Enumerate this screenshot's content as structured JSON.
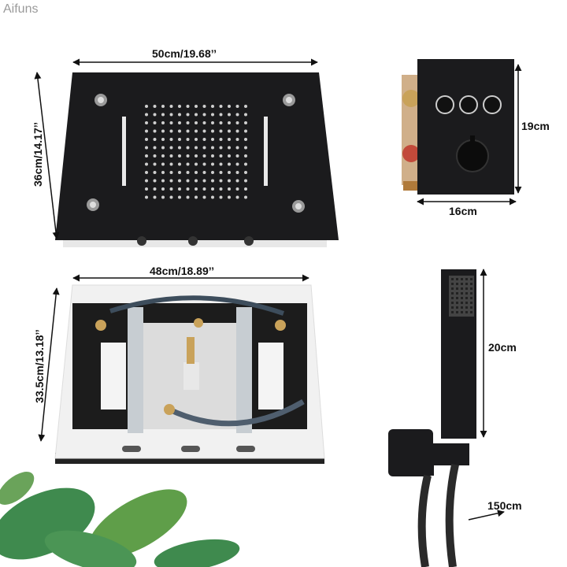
{
  "watermark": "Aifuns",
  "dimensions": {
    "showerhead_width": "50cm/19.68’’",
    "showerhead_height": "36cm/14.17’’",
    "valve_height": "19cm",
    "valve_width": "16cm",
    "box_width": "48cm/18.89’’",
    "box_height": "33.5cm/13.18’’",
    "handheld_length": "20cm",
    "hose_length": "150cm"
  },
  "colors": {
    "product": "#1b1b1d",
    "frame": "#f2f2f2",
    "brass": "#c9a25a",
    "plant": "#3f8a4e"
  }
}
